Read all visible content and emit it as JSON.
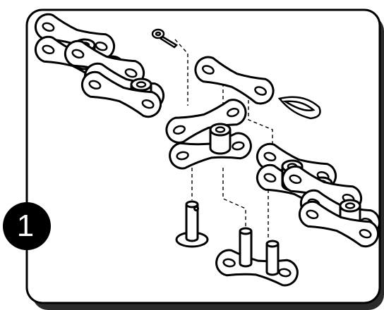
{
  "step": {
    "number": "1"
  },
  "colors": {
    "ink": "#000000",
    "paper": "#ffffff",
    "shadow": "#2b2b2b",
    "background": "#ffffff"
  },
  "parts": [
    {
      "name": "assembled-chain-segment-left"
    },
    {
      "name": "cotter-pin"
    },
    {
      "name": "connecting-side-plate"
    },
    {
      "name": "spring-clip"
    },
    {
      "name": "offset-link"
    },
    {
      "name": "single-pin"
    },
    {
      "name": "pin-link-plate"
    },
    {
      "name": "assembled-chain-segment-right"
    }
  ]
}
